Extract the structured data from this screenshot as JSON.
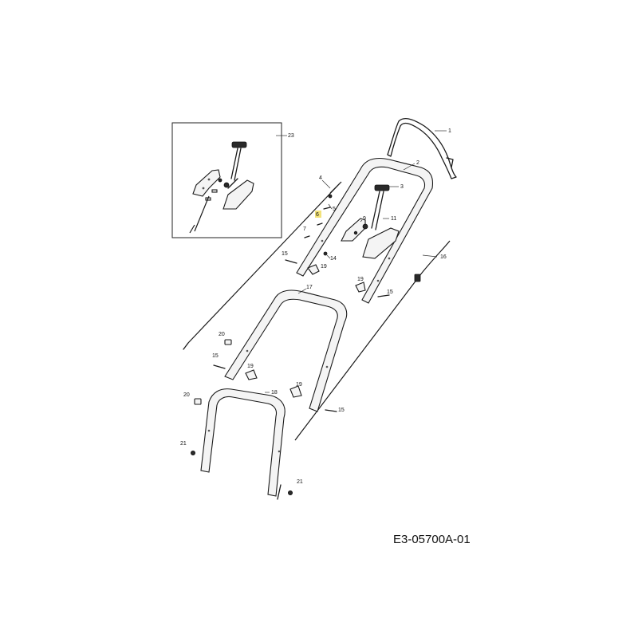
{
  "diagram": {
    "drawing_code": "E3-05700A-01",
    "highlight_color": "#f2e27a",
    "callouts": [
      {
        "id": "c1",
        "label": "1"
      },
      {
        "id": "c2",
        "label": "2"
      },
      {
        "id": "c3",
        "label": "3"
      },
      {
        "id": "c4",
        "label": "4"
      },
      {
        "id": "c5",
        "label": "5"
      },
      {
        "id": "c6",
        "label": "6",
        "highlighted": true
      },
      {
        "id": "c7",
        "label": "7"
      },
      {
        "id": "c9",
        "label": "9"
      },
      {
        "id": "c11",
        "label": "11"
      },
      {
        "id": "c14",
        "label": "14"
      },
      {
        "id": "c15a",
        "label": "15"
      },
      {
        "id": "c15b",
        "label": "15"
      },
      {
        "id": "c15c",
        "label": "15"
      },
      {
        "id": "c15d",
        "label": "15"
      },
      {
        "id": "c16",
        "label": "16"
      },
      {
        "id": "c17",
        "label": "17"
      },
      {
        "id": "c18",
        "label": "18"
      },
      {
        "id": "c19a",
        "label": "19"
      },
      {
        "id": "c19b",
        "label": "19"
      },
      {
        "id": "c19c",
        "label": "19"
      },
      {
        "id": "c19d",
        "label": "19"
      },
      {
        "id": "c20a",
        "label": "20"
      },
      {
        "id": "c20b",
        "label": "20"
      },
      {
        "id": "c21a",
        "label": "21"
      },
      {
        "id": "c21b",
        "label": "21"
      },
      {
        "id": "c23",
        "label": "23"
      }
    ]
  }
}
